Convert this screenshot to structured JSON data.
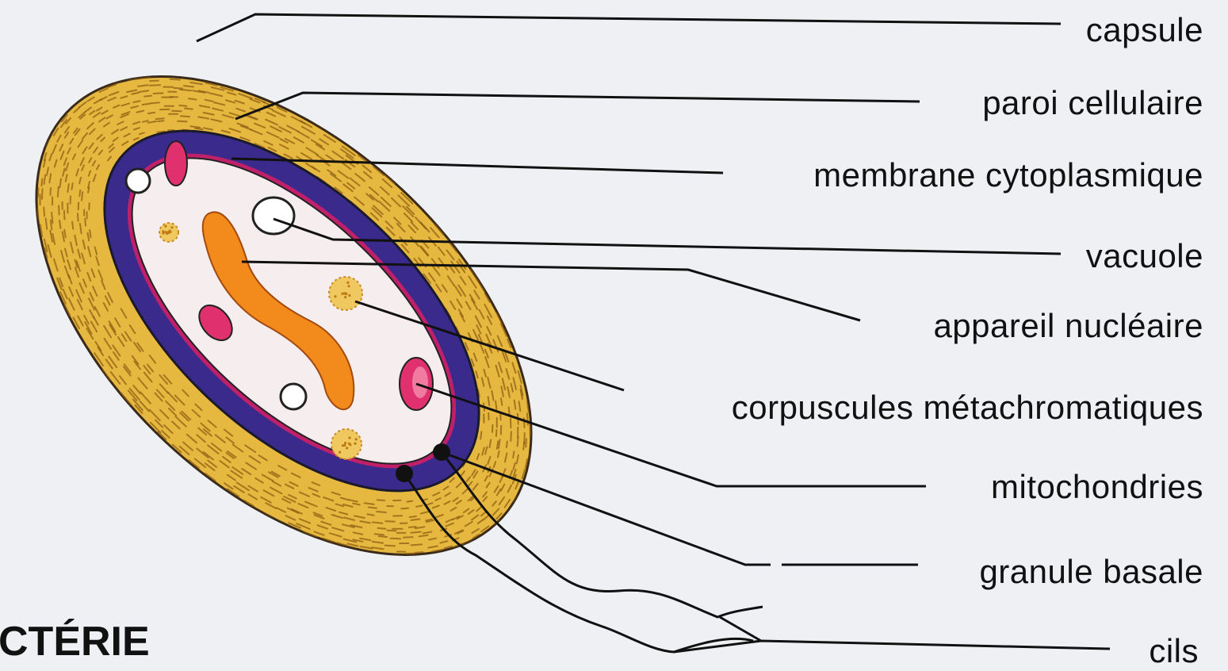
{
  "title": "CTÉRIE",
  "labels": {
    "capsule": "capsule",
    "cell_wall": "paroi cellulaire",
    "cytoplasmic_membrane": "membrane cytoplasmique",
    "vacuole": "vacuole",
    "nuclear_apparatus": "appareil nucléaire",
    "metachromatic_corpuscles": "corpuscules métachromatiques",
    "mitochondria": "mitochondries",
    "basal_granule": "granule basale",
    "cilia": "cils"
  },
  "colors": {
    "background": "#eef0f4",
    "capsule": "#e6b840",
    "capsule_texture": "#8a5a10",
    "cell_wall": "#3a2a8c",
    "membrane": "#c0206a",
    "cytoplasm": "#f6eeee",
    "nucleus": "#f28a1c",
    "metachromatic": "#e0306e",
    "granule_dots": "#e8a830"
  }
}
